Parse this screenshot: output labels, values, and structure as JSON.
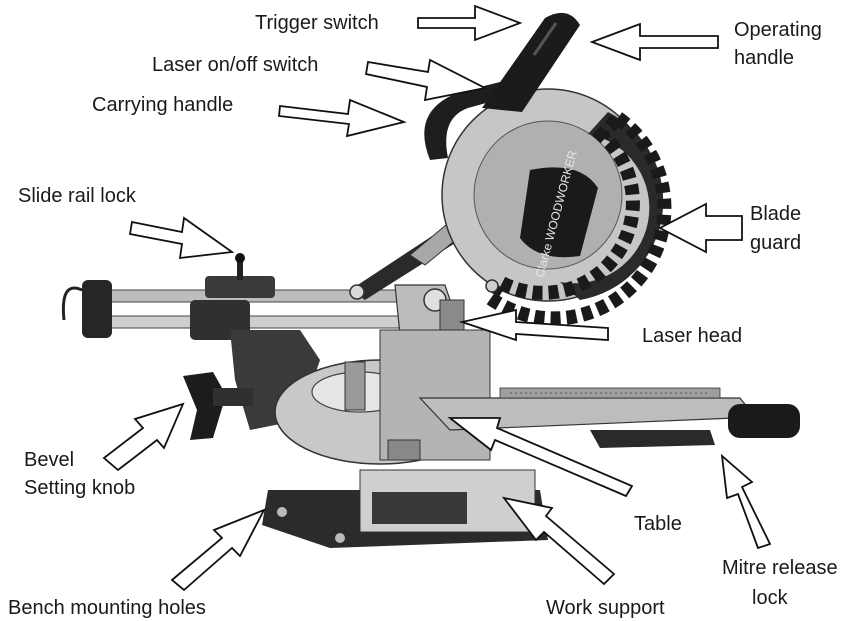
{
  "labels": {
    "trigger_switch": "Trigger switch",
    "operating_handle": [
      "Operating",
      "handle"
    ],
    "laser_switch": "Laser on/off switch",
    "carrying_handle": "Carrying handle",
    "slide_rail_lock": "Slide rail lock",
    "blade_guard": [
      "Blade",
      "guard"
    ],
    "laser_head": "Laser head",
    "bevel_knob": [
      "Bevel",
      "Setting knob"
    ],
    "table": "Table",
    "mitre_release_lock": [
      "Mitre release",
      "lock"
    ],
    "bench_mounting_holes": "Bench mounting holes",
    "work_support": "Work support"
  },
  "logo_text": "Clarke WOODWORKER",
  "colors": {
    "ink": "#111111",
    "metal_light": "#cfcfcf",
    "metal_mid": "#9a9a9a",
    "dark": "#2a2a2a"
  }
}
